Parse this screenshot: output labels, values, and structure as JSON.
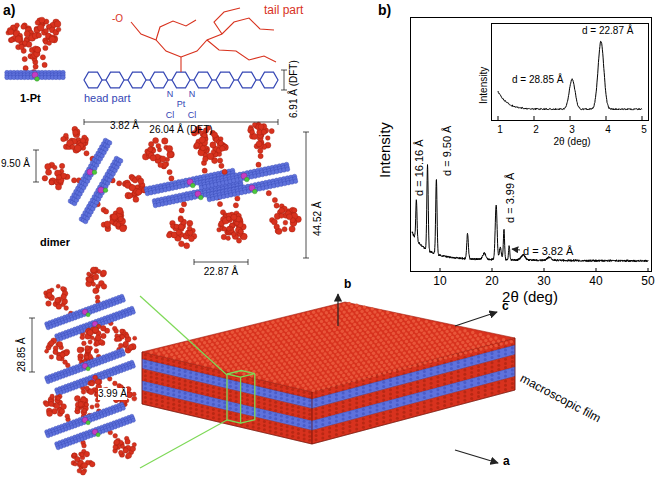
{
  "diagram": {
    "nodes": [
      {
        "text": [
          "d = 16.16 Å",
          "d = 9.50 Å",
          "d = 3.99 Å",
          "d = 3.82 Å"
        ]
      },
      {
        "text": [
          "Intensity",
          "d = 28.85 Å",
          "d = 22.87 Å",
          "1",
          "2",
          "3",
          "4",
          "5",
          "2θ (deg)"
        ],
        "in": 0
      }
    ],
    "labels": [
      "a)",
      "1-Pt",
      "tail part",
      "head part",
      "6.91 Å (DFT)",
      "26.04 Å (DFT)",
      "Pt",
      "N",
      "N",
      "Cl",
      "Cl",
      "3.82 Å",
      "9.50 Å",
      "dimer",
      "44.52 Å",
      "22.87 Å",
      "28.85 Å",
      "3.99 Å",
      "b",
      "c",
      "a",
      "macroscopic film",
      "b)",
      "Intensity",
      "10",
      "20",
      "30",
      "40",
      "50",
      "2θ (deg)",
      "-O"
    ]
  }
}
